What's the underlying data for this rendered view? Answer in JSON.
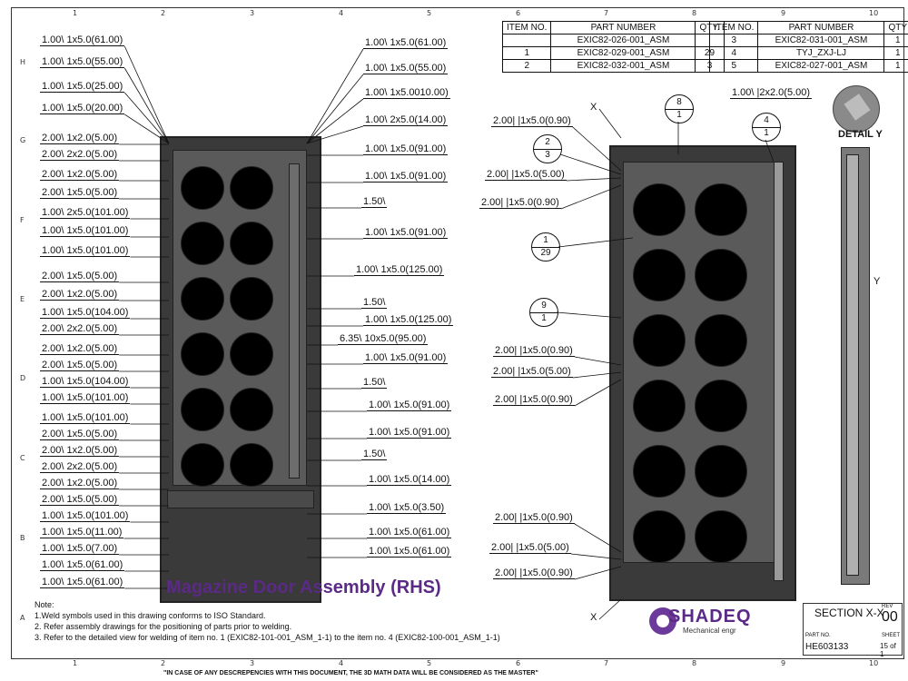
{
  "zones_top": [
    "1",
    "2",
    "3",
    "4",
    "5",
    "6",
    "7",
    "8",
    "9",
    "10"
  ],
  "zones_bottom": [
    "1",
    "2",
    "3",
    "4",
    "5",
    "6",
    "7",
    "8",
    "9",
    "10"
  ],
  "zones_side": [
    "H",
    "G",
    "F",
    "E",
    "D",
    "C",
    "B",
    "A"
  ],
  "bom_left": {
    "headers": [
      "ITEM NO.",
      "PART NUMBER",
      "QTY."
    ],
    "rows": [
      [
        "",
        "EXIC82-026-001_ASM",
        ""
      ],
      [
        "1",
        "EXIC82-029-001_ASM",
        "29"
      ],
      [
        "2",
        "EXIC82-032-001_ASM",
        "3"
      ]
    ]
  },
  "bom_right": {
    "headers": [
      "ITEM NO.",
      "PART NUMBER",
      "QTY"
    ],
    "rows": [
      [
        "3",
        "EXIC82-031-001_ASM",
        "1"
      ],
      [
        "4",
        "TYJ_ZXJ-LJ",
        "1"
      ],
      [
        "5",
        "EXIC82-027-001_ASM",
        "1"
      ]
    ]
  },
  "left_callouts": [
    "1.00\\ 1x5.0(61.00)",
    "1.00\\ 1x5.0(55.00)",
    "1.00\\ 1x5.0(25.00)",
    "1.00\\ 1x5.0(20.00)",
    "2.00\\ 1x2.0(5.00)",
    "2.00\\ 2x2.0(5.00)",
    "2.00\\ 1x2.0(5.00)",
    "2.00\\ 1x5.0(5.00)",
    "1.00\\ 2x5.0(101.00)",
    "1.00\\ 1x5.0(101.00)",
    "1.00\\ 1x5.0(101.00)",
    "2.00\\ 1x5.0(5.00)",
    "2.00\\ 1x2.0(5.00)",
    "1.00\\ 1x5.0(104.00)",
    "2.00\\ 2x2.0(5.00)",
    "2.00\\ 1x2.0(5.00)",
    "2.00\\ 1x5.0(5.00)",
    "1.00\\ 1x5.0(104.00)",
    "1.00\\ 1x5.0(101.00)",
    "1.00\\ 1x5.0(101.00)",
    "2.00\\ 1x5.0(5.00)",
    "2.00\\ 1x2.0(5.00)",
    "2.00\\ 2x2.0(5.00)",
    "2.00\\ 1x2.0(5.00)",
    "2.00\\ 1x5.0(5.00)",
    "1.00\\ 1x5.0(101.00)",
    "1.00\\ 1x5.0(11.00)",
    "1.00\\ 1x5.0(7.00)",
    "1.00\\ 1x5.0(61.00)",
    "1.00\\ 1x5.0(61.00)"
  ],
  "mid_callouts": [
    "1.00\\ 1x5.0(61.00)",
    "1.00\\ 1x5.0(55.00)",
    "1.00\\ 1x5.0010.00)",
    "1.00\\ 2x5.0(14.00)",
    "1.00\\ 1x5.0(91.00)",
    "1.00\\ 1x5.0(91.00)",
    "1.50\\",
    "1.00\\ 1x5.0(91.00)",
    "1.00\\ 1x5.0(125.00)",
    "1.50\\",
    "1.00\\ 1x5.0(125.00)",
    "6.35\\ 10x5.0(95.00)",
    "1.00\\ 1x5.0(91.00)",
    "1.50\\",
    "1.00\\ 1x5.0(91.00)",
    "1.00\\ 1x5.0(91.00)",
    "1.50\\",
    "1.00\\ 1x5.0(14.00)",
    "1.00\\ 1x5.0(3.50)",
    "1.00\\ 1x5.0(61.00)",
    "1.00\\ 1x5.0(61.00)"
  ],
  "right_callouts_top": [
    "2.00| |1x5.0(0.90)",
    "2.00| |1x5.0(5.00)",
    "2.00| |1x5.0(0.90)"
  ],
  "right_callouts_mid": [
    "2.00| |1x5.0(0.90)",
    "2.00| |1x5.0(5.00)",
    "2.00| |1x5.0(0.90)"
  ],
  "right_callouts_bot": [
    "2.00| |1x5.0(0.90)",
    "2.00| |1x5.0(5.00)",
    "2.00| |1x5.0(0.90)"
  ],
  "detail_y_callout": "1.00\\ |2x2.0(5.00)",
  "detail_y_label": "DETAIL Y",
  "section_label": "SECTION X-X",
  "section_marker": "X",
  "y_marker": "Y",
  "balloons": [
    {
      "top": "2",
      "bottom": "3"
    },
    {
      "top": "8",
      "bottom": "1"
    },
    {
      "top": "4",
      "bottom": "1"
    },
    {
      "top": "1",
      "bottom": "29"
    },
    {
      "top": "9",
      "bottom": "1"
    }
  ],
  "title": "Magazine Door Assembly (RHS)",
  "notes": {
    "heading": "Note:",
    "lines": [
      "1.Weld symbols used in this drawing conforms to ISO Standard.",
      "2. Refer assembly drawings for the positioning of parts prior to welding.",
      "3. Refer to the detailed view for welding of item no. 1 (EXIC82-101-001_ASM_1-1) to the item no. 4 (EXIC82-100-001_ASM_1-1)"
    ]
  },
  "footer": "\"IN CASE OF ANY DESCREPENCIES WITH THIS DOCUMENT, THE 3D MATH DATA WILL BE CONSIDERED AS THE MASTER\"",
  "logo": {
    "name": "SHADEQ",
    "tagline": "Mechanical engr"
  },
  "title_block": {
    "rev_label": "REV",
    "rev": "00",
    "part_label": "PART NO.",
    "part": "HE603133",
    "sheet_label": "SHEET",
    "sheet": "15 of 1"
  }
}
